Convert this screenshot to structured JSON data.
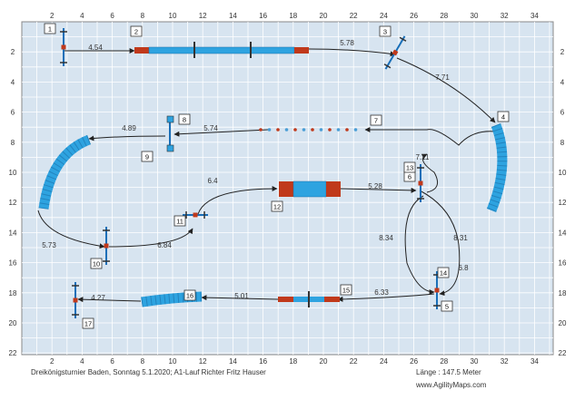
{
  "x_ticks": [
    "2",
    "4",
    "6",
    "8",
    "10",
    "12",
    "14",
    "16",
    "18",
    "20",
    "22",
    "24",
    "26",
    "28",
    "30",
    "32",
    "34"
  ],
  "x_ticks_top": [
    "2",
    "4",
    "6",
    "8",
    "10",
    "12",
    "14",
    "16",
    "18",
    "20",
    "22",
    "24",
    "26",
    "28",
    "30",
    "32",
    "34"
  ],
  "y_ticks": [
    "2",
    "4",
    "6",
    "8",
    "10",
    "12",
    "14",
    "16",
    "18",
    "20",
    "22"
  ],
  "y_ticks_right": [
    "2",
    "4",
    "6",
    "8",
    "10",
    "12",
    "14",
    "16",
    "18",
    "20",
    "22"
  ],
  "obstacle_numbers": [
    "1",
    "2",
    "3",
    "4",
    "5",
    "6",
    "7",
    "8",
    "9",
    "10",
    "11",
    "12",
    "13",
    "14",
    "15",
    "16",
    "17"
  ],
  "distances": [
    "4.54",
    "5.78",
    "7.71",
    "5.74",
    "4.89",
    "7.11",
    "6.4",
    "5.28",
    "8.34",
    "8.31",
    "6.8",
    "5.73",
    "6.84",
    "6.33",
    "5.01",
    "4.27"
  ],
  "footer": {
    "event": "Dreikönigsturnier Baden, Sonntag 5.1.2020; A1-Lauf Richter Fritz Hauser",
    "length": "Länge : 147.5 Meter",
    "website": "www.AgilityMaps.com"
  },
  "colors": {
    "field": "#d7e4f0",
    "grid": "#ffffff",
    "tunnel": "#2ea3e0",
    "wall": "#c0391b",
    "pole": "#1a6fb8",
    "path": "#222222"
  }
}
